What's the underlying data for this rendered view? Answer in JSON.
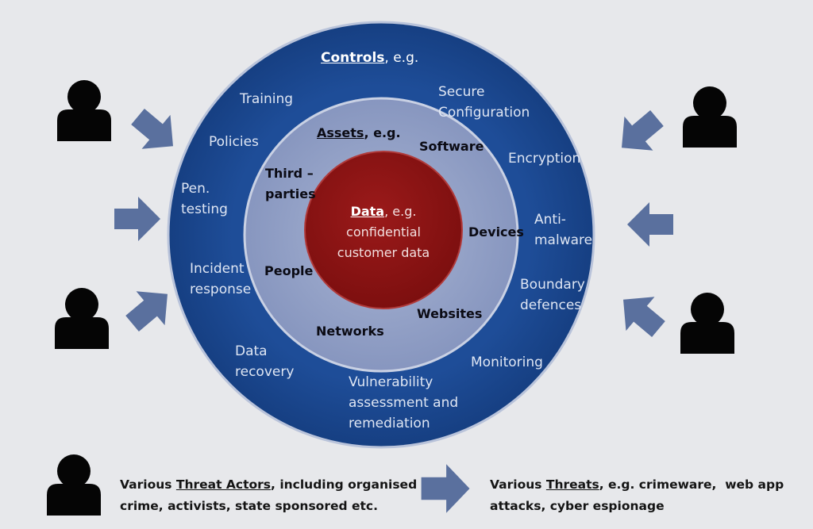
{
  "controls": {
    "heading": "Controls",
    "heading_suffix": ", e.g.",
    "items": {
      "training": "Training",
      "policies": "Policies",
      "pen_testing": "Pen.\ntesting",
      "incident_response": "Incident\nresponse",
      "data_recovery": "Data\nrecovery",
      "vulnerability": "Vulnerability\nassessment and\nremediation",
      "monitoring": "Monitoring",
      "boundary": "Boundary\ndefences",
      "anti_malware": "Anti-\nmalware",
      "encryption": "Encryption",
      "secure_config": "Secure\nConfiguration"
    }
  },
  "assets": {
    "heading": "Assets",
    "heading_suffix": ", e.g.",
    "items": {
      "software": "Software",
      "third_parties": "Third –\nparties",
      "devices": "Devices",
      "people": "People",
      "websites": "Websites",
      "networks": "Networks"
    }
  },
  "data_core": {
    "heading": "Data",
    "heading_suffix": ", e.g.",
    "body": "confidential\ncustomer data"
  },
  "legend": {
    "actors_prefix": "Various ",
    "actors_key": "Threat Actors",
    "actors_rest": ", including organised",
    "actors_line2": "crime, activists, state sponsored etc.",
    "threats_prefix": "Various ",
    "threats_key": "Threats",
    "threats_rest": ", e.g. crimeware,  web app",
    "threats_line2": "attacks, cyber espionage"
  },
  "colors": {
    "background": "#e7e8eb",
    "outer_ring": "#1b4a93",
    "middle_ring": "#8d9cc3",
    "core": "#8e1414",
    "arrow": "#5a709e",
    "person": "#050505"
  },
  "icons": [
    "person-icon",
    "arrow-icon"
  ]
}
